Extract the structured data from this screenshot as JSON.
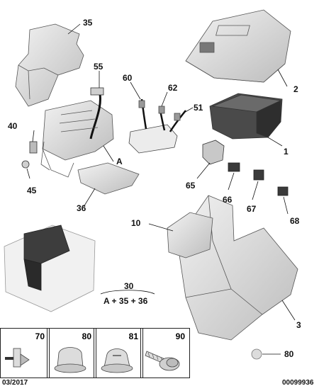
{
  "parts": {
    "p35": "35",
    "p2": "2",
    "p55": "55",
    "p60": "60",
    "p62": "62",
    "p51": "51",
    "p40": "40",
    "pA": "A",
    "p1": "1",
    "p45": "45",
    "p65": "65",
    "p66": "66",
    "p67": "67",
    "p68": "68",
    "p36": "36",
    "p10": "10",
    "p30": "30",
    "p3": "3",
    "p80": "80"
  },
  "assembly_formula": "A + 35 + 36",
  "legend": [
    {
      "number": "70",
      "icon": "rivet-icon"
    },
    {
      "number": "80",
      "icon": "round-cap-nut-icon"
    },
    {
      "number": "81",
      "icon": "cap-nut-icon"
    },
    {
      "number": "90",
      "icon": "flange-screw-icon"
    }
  ],
  "footer": {
    "date": "03/2017",
    "reference": "00099936"
  },
  "colors": {
    "part_fill": "#d9d9d9",
    "part_dark": "#3d3d3d",
    "outline": "#555555"
  }
}
